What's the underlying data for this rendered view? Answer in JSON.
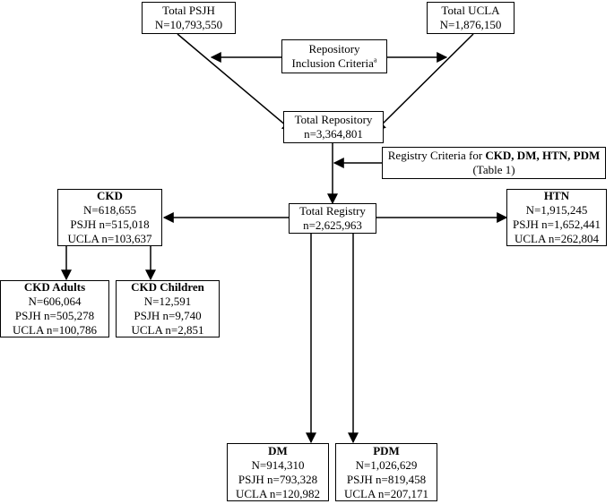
{
  "boxes": {
    "psjh": {
      "title": "Total PSJH",
      "count": "N=10,793,550"
    },
    "ucla": {
      "title": "Total UCLA",
      "count": "N=1,876,150"
    },
    "inclusion": {
      "line1": "Repository",
      "line2": "Inclusion Criteria",
      "footnote": "a"
    },
    "repository": {
      "title": "Total Repository",
      "count": "n=3,364,801"
    },
    "registry_criteria": {
      "prefix": "Registry Criteria for ",
      "bold": "CKD, DM, HTN, PDM",
      "line2": "(Table 1)"
    },
    "registry": {
      "title": "Total Registry",
      "count": "n=2,625,963"
    },
    "ckd": {
      "title": "CKD",
      "n": "N=618,655",
      "psjh": "PSJH n=515,018",
      "ucla": "UCLA n=103,637"
    },
    "htn": {
      "title": "HTN",
      "n": "N=1,915,245",
      "psjh": "PSJH n=1,652,441",
      "ucla": "UCLA n=262,804"
    },
    "ckd_adults": {
      "title": "CKD Adults",
      "n": "N=606,064",
      "psjh": "PSJH n=505,278",
      "ucla": "UCLA n=100,786"
    },
    "ckd_children": {
      "title": "CKD Children",
      "n": "N=12,591",
      "psjh": "PSJH n=9,740",
      "ucla": "UCLA n=2,851"
    },
    "dm": {
      "title": "DM",
      "n": "N=914,310",
      "psjh": "PSJH n=793,328",
      "ucla": "UCLA n=120,982"
    },
    "pdm": {
      "title": "PDM",
      "n": "N=1,026,629",
      "psjh": "PSJH n=819,458",
      "ucla": "UCLA n=207,171"
    }
  }
}
